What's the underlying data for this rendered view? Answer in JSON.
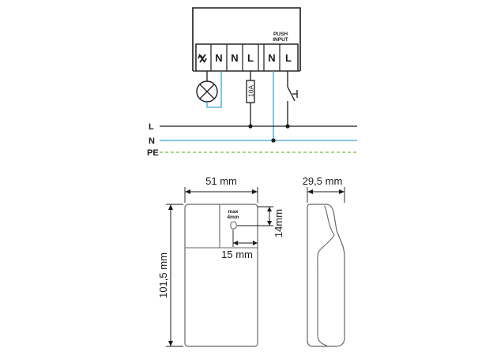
{
  "wiring": {
    "terminals": [
      "N",
      "N",
      "L",
      "N",
      "L"
    ],
    "push_input_label_line1": "PUSH",
    "push_input_label_line2": "INPUT",
    "fuse_label": "10A",
    "buses": [
      "L",
      "N",
      "PE"
    ],
    "colors": {
      "line": "#1a1a1a",
      "neutral": "#3aa3d8",
      "protective_earth": "#7ab648",
      "device_outline": "#1a1a1a"
    }
  },
  "dimensions": {
    "width": "51 mm",
    "depth": "29,5 mm",
    "height": "101,5 mm",
    "slot_offset_vertical": "14mm",
    "slot_offset_horizontal": "15 mm",
    "wire_max_line1": "max",
    "wire_max_line2": "4mm"
  }
}
